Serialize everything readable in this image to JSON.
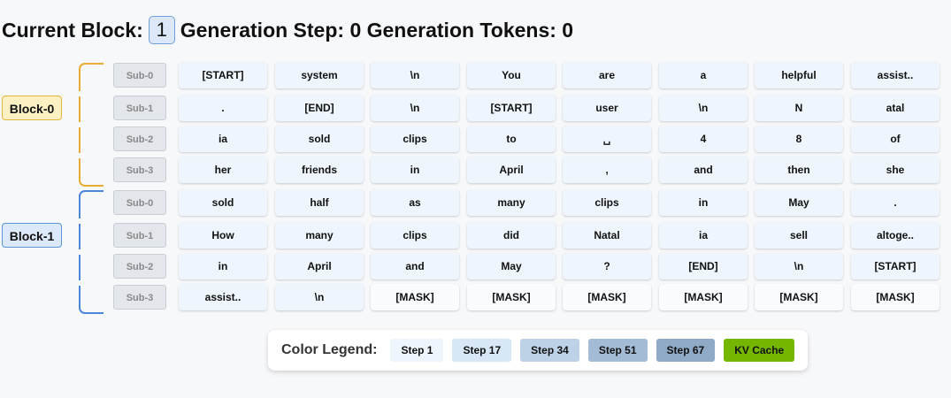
{
  "header": {
    "current_block_label": "Current Block:",
    "current_block_value": "1",
    "rest": "Generation Step: 0 Generation Tokens: 0"
  },
  "colors": {
    "block0_accent": "#e6ac33",
    "block1_accent": "#4b87d6",
    "kv_cache": "#74b600"
  },
  "blocks": [
    {
      "label": "Block-0",
      "rows": [
        {
          "sub": "Sub-0",
          "tokens": [
            "[START]",
            "system",
            "\\n",
            "You",
            "are",
            "a",
            "helpful",
            "assist.."
          ]
        },
        {
          "sub": "Sub-1",
          "tokens": [
            ".",
            "[END]",
            "\\n",
            "[START]",
            "user",
            "\\n",
            "N",
            "atal"
          ]
        },
        {
          "sub": "Sub-2",
          "tokens": [
            "ia",
            "sold",
            "clips",
            "to",
            "␣",
            "4",
            "8",
            "of"
          ]
        },
        {
          "sub": "Sub-3",
          "tokens": [
            "her",
            "friends",
            "in",
            "April",
            ",",
            "and",
            "then",
            "she"
          ]
        }
      ]
    },
    {
      "label": "Block-1",
      "rows": [
        {
          "sub": "Sub-0",
          "tokens": [
            "sold",
            "half",
            "as",
            "many",
            "clips",
            "in",
            "May",
            "."
          ]
        },
        {
          "sub": "Sub-1",
          "tokens": [
            "How",
            "many",
            "clips",
            "did",
            "Natal",
            "ia",
            "sell",
            "altoge.."
          ]
        },
        {
          "sub": "Sub-2",
          "tokens": [
            "in",
            "April",
            "and",
            "May",
            "?",
            "[END]",
            "\\n",
            "[START]"
          ]
        },
        {
          "sub": "Sub-3",
          "tokens": [
            "assist..",
            "\\n",
            "[MASK]",
            "[MASK]",
            "[MASK]",
            "[MASK]",
            "[MASK]",
            "[MASK]"
          ]
        }
      ]
    }
  ],
  "legend": {
    "title": "Color Legend:",
    "items": [
      {
        "label": "Step 1",
        "color": "#eef5fd"
      },
      {
        "label": "Step 17",
        "color": "#d8e7f5"
      },
      {
        "label": "Step 34",
        "color": "#bdd2e6"
      },
      {
        "label": "Step 51",
        "color": "#a3bbd4"
      },
      {
        "label": "Step 67",
        "color": "#8eaac6"
      },
      {
        "label": "KV Cache",
        "color": "#74b600"
      }
    ]
  }
}
